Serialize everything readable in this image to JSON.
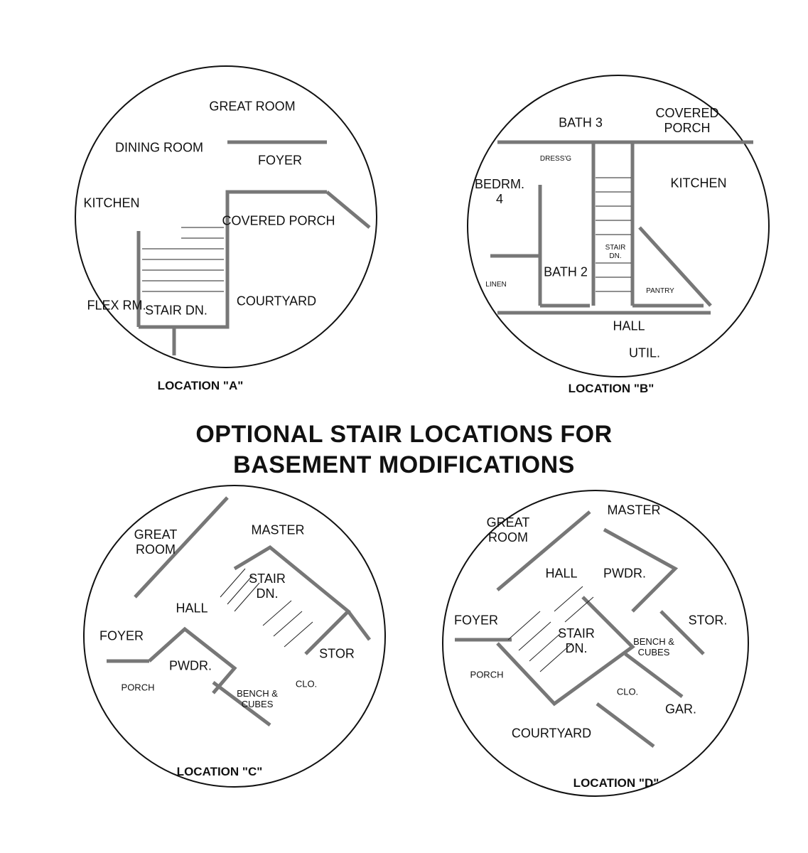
{
  "title": {
    "line1": "OPTIONAL STAIR LOCATIONS FOR",
    "line2": "BASEMENT MODIFICATIONS"
  },
  "locations": [
    {
      "caption": "LOCATION \"A\"",
      "rooms": [
        "GREAT ROOM",
        "DINING ROOM",
        "FOYER",
        "KITCHEN",
        "COVERED PORCH",
        "FLEX RM.",
        "STAIR DN.",
        "COURTYARD"
      ]
    },
    {
      "caption": "LOCATION \"B\"",
      "rooms": [
        "BATH 3",
        "COVERED PORCH",
        "DRESS'G",
        "BEDRM. 4",
        "KITCHEN",
        "STAIR DN.",
        "BATH 2",
        "LINEN",
        "PANTRY",
        "HALL",
        "UTIL."
      ]
    },
    {
      "caption": "LOCATION \"C\"",
      "rooms": [
        "GREAT ROOM",
        "MASTER",
        "STAIR DN.",
        "HALL",
        "FOYER",
        "STOR",
        "PWDR.",
        "BENCH & CUBES",
        "CLO.",
        "PORCH"
      ]
    },
    {
      "caption": "LOCATION \"D\"",
      "rooms": [
        "MASTER",
        "GREAT ROOM",
        "HALL",
        "PWDR.",
        "FOYER",
        "STOR.",
        "STAIR DN.",
        "BENCH & CUBES",
        "PORCH",
        "CLO.",
        "GAR.",
        "COURTYARD"
      ]
    }
  ]
}
